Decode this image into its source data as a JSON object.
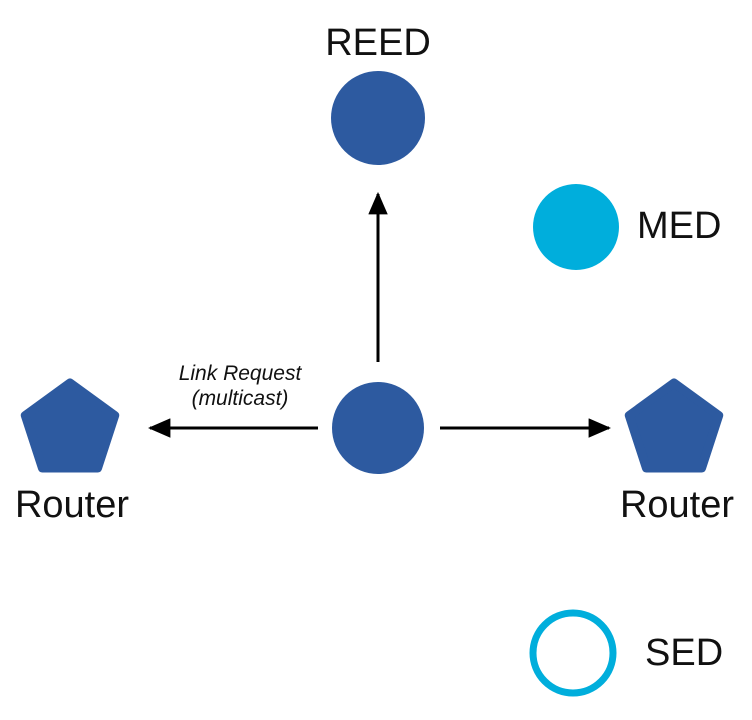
{
  "diagram": {
    "type": "network-topology",
    "nodes": {
      "reed": {
        "label": "REED",
        "shape": "circle",
        "style": "filled-blue"
      },
      "med": {
        "label": "MED",
        "shape": "circle",
        "style": "filled-cyan"
      },
      "sed": {
        "label": "SED",
        "shape": "circle",
        "style": "outline-cyan"
      },
      "center": {
        "label": "",
        "shape": "circle",
        "style": "filled-blue"
      },
      "router_left": {
        "label": "Router",
        "shape": "pentagon",
        "style": "filled-blue"
      },
      "router_right": {
        "label": "Router",
        "shape": "pentagon",
        "style": "filled-blue"
      }
    },
    "edges": [
      {
        "from": "center",
        "to": "reed",
        "type": "arrow"
      },
      {
        "from": "center",
        "to": "router_left",
        "type": "arrow",
        "label": "Link Request (multicast)"
      },
      {
        "from": "center",
        "to": "router_right",
        "type": "arrow"
      }
    ],
    "annotation": {
      "line1": "Link Request",
      "line2": "(multicast)"
    }
  },
  "colors": {
    "node_blue": "#2D5AA0",
    "node_cyan": "#00AEDC",
    "arrow": "#000000",
    "text": "#111111"
  }
}
